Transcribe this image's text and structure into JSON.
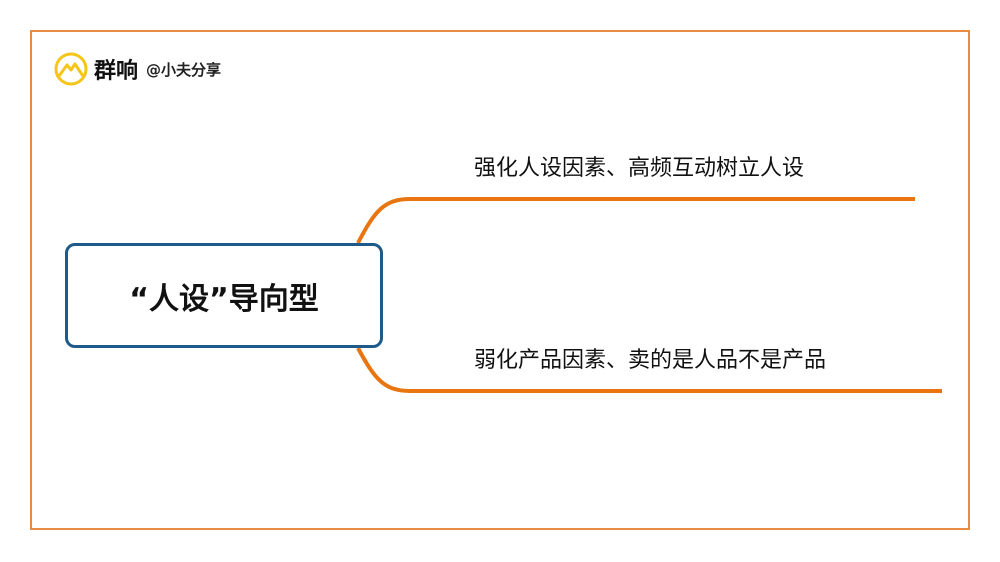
{
  "logo": {
    "brand": "群响",
    "handle": "@小夫分享",
    "icon": "mountain-sun-icon"
  },
  "center": {
    "label": "“人设”导向型"
  },
  "branches": [
    {
      "label": "强化人设因素、高频互动树立人设"
    },
    {
      "label": "弱化产品因素、卖的是人品不是产品"
    }
  ],
  "colors": {
    "frame": "#e98a45",
    "line": "#e8750f",
    "box": "#1e5b8a",
    "logo": "#f5c518"
  }
}
